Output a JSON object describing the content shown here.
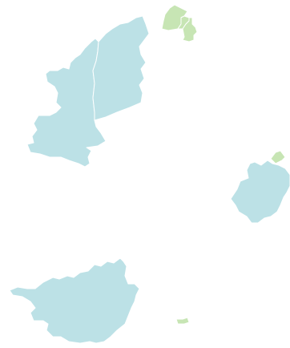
{
  "map": {
    "background": "#ffffff",
    "colors": {
      "water_blue": "#bce1e6",
      "land_green": "#c7e5b4",
      "border": "#ffffff"
    },
    "regions": [
      {
        "name": "island-north-west",
        "fill": "water_blue"
      },
      {
        "name": "island-north-small-cluster",
        "fill": "land_green"
      },
      {
        "name": "island-east",
        "fill": "water_blue"
      },
      {
        "name": "island-east-islet",
        "fill": "land_green"
      },
      {
        "name": "island-south-west",
        "fill": "water_blue"
      },
      {
        "name": "island-south-islet",
        "fill": "land_green"
      }
    ]
  }
}
